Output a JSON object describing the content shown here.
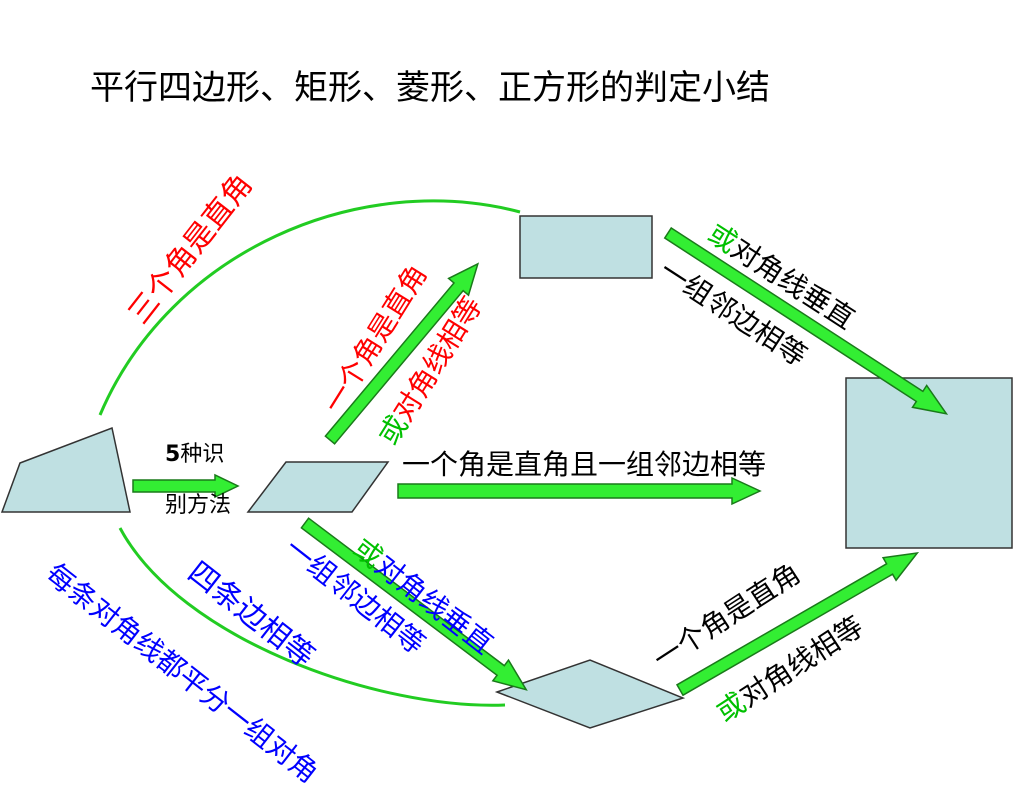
{
  "title": "平行四边形、矩形、菱形、正方形的判定小结",
  "methods_label": {
    "num": "5",
    "line1": "种识",
    "line2": "别方法"
  },
  "edges": {
    "quad_to_rect": "三个角是直角",
    "para_to_rect_main": "一个角是直角",
    "para_to_rect_or": "或",
    "para_to_rect_alt": "对角线相等",
    "rect_to_square_or": "或",
    "rect_to_square_main": "对角线垂直",
    "rect_to_square_alt": "一组邻边相等",
    "para_to_square": "一个角是直角且一组邻边相等",
    "para_to_rhombus_main": "一组邻边相等",
    "para_to_rhombus_or": "或",
    "para_to_rhombus_alt": "对角线垂直",
    "quad_to_rhombus_main": "四条边相等",
    "quad_to_para_alt": "每条对角线都平分一组对角",
    "rhombus_to_square_main": "一个角是直角",
    "rhombus_to_square_or": "或",
    "rhombus_to_square_alt": "对角线相等"
  },
  "colors": {
    "arrow_fill": "#33ee33",
    "arrow_stroke": "#1a7a1a",
    "shape_fill": "#bfe0e2",
    "curve": "#22cc22"
  }
}
